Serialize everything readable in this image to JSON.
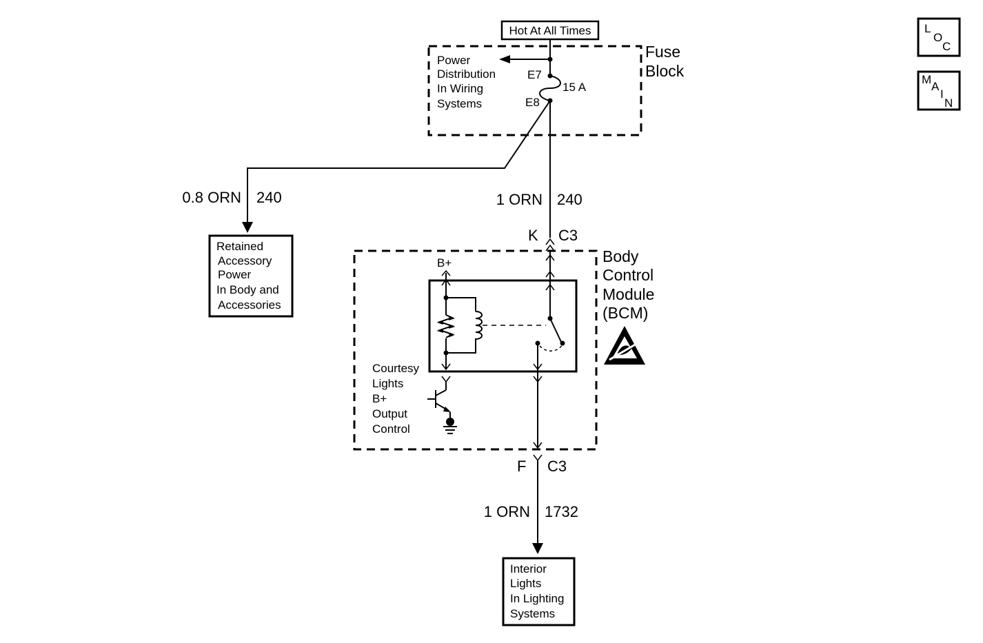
{
  "top_label": "Hot At All Times",
  "fuse_block": {
    "title_line1": "Fuse",
    "title_line2": "Block",
    "desc_lines": [
      "Power",
      "Distribution",
      "In Wiring",
      "Systems"
    ],
    "terminal_top": "E7",
    "terminal_bottom": "E8",
    "rating": "15 A"
  },
  "wires": {
    "left": {
      "gauge_color": "0.8 ORN",
      "circuit": "240"
    },
    "main": {
      "gauge_color": "1 ORN",
      "circuit": "240"
    },
    "lower": {
      "gauge_color": "1 ORN",
      "circuit": "1732"
    }
  },
  "connectors": {
    "input": {
      "pin": "K",
      "connector": "C3"
    },
    "output": {
      "pin": "F",
      "connector": "C3"
    }
  },
  "retained_box": {
    "lines": [
      "Retained",
      "Accessory",
      "Power",
      "In Body and",
      "Accessories"
    ]
  },
  "bcm": {
    "title_lines": [
      "Body",
      "Control",
      "Module",
      "(BCM)"
    ],
    "b_plus": "B+",
    "courtesy_lines": [
      "Courtesy",
      "Lights",
      "B+",
      "Output",
      "Control"
    ]
  },
  "interior_box": {
    "lines": [
      "Interior",
      "Lights",
      "In Lighting",
      "Systems"
    ]
  },
  "nav": {
    "loc": [
      "L",
      "O",
      "C"
    ],
    "main": [
      "M",
      "A",
      "I",
      "N"
    ]
  }
}
